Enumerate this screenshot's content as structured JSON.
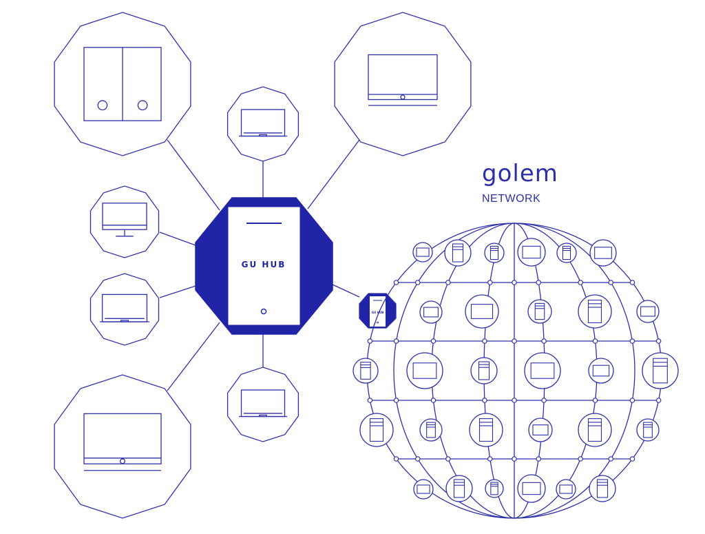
{
  "hub": {
    "label": "GU HUB",
    "mini_label": "GU HUB"
  },
  "brand": {
    "logo_text": "golem",
    "subtitle": "NETWORK"
  },
  "colors": {
    "stroke": "#2b2faa",
    "hub_fill": "#2025a8",
    "background": "#ffffff"
  },
  "devices": [
    "server-rack",
    "laptop",
    "monitor",
    "desktop-monitor",
    "laptop",
    "laptop",
    "monitor"
  ]
}
